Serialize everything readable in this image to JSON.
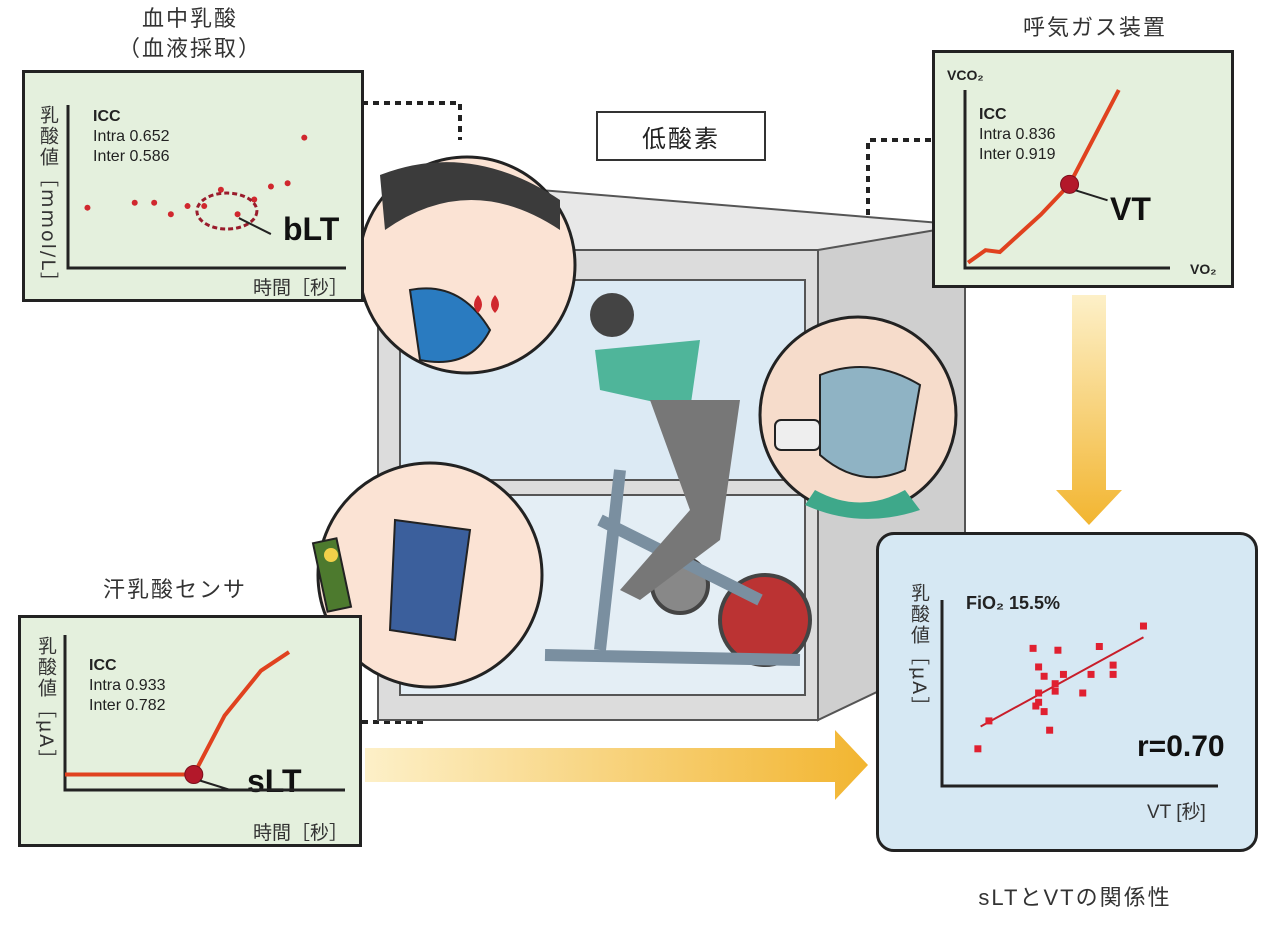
{
  "center_label": "低酸素",
  "blood": {
    "title_line1": "血中乳酸",
    "title_line2": "（血液採取）",
    "ylabel": "乳酸値［mmol/L］",
    "xlabel": "時間［秒］",
    "icc_title": "ICC",
    "intra": "Intra 0.652",
    "inter": "Inter 0.586",
    "marker_label": "bLT"
  },
  "gas": {
    "title": "呼気ガス装置",
    "ylabel": "VCO₂",
    "xlabel": "VO₂",
    "icc_title": "ICC",
    "intra": "Intra 0.836",
    "inter": "Inter 0.919",
    "marker_label": "VT"
  },
  "sweat": {
    "title": "汗乳酸センサ",
    "ylabel": "乳酸値［μA］",
    "xlabel": "時間［秒］",
    "icc_title": "ICC",
    "intra": "Intra 0.933",
    "inter": "Inter 0.782",
    "marker_label": "sLT"
  },
  "relation": {
    "title": "sLTとVTの関係性",
    "ylabel": "乳酸値［μA］",
    "xlabel": "VT [秒]",
    "condition": "FiO₂ 15.5%",
    "r_label": "r=0.70"
  },
  "colors": {
    "accent": "#d0282e",
    "panel_green": "#e4f0dd",
    "panel_blue": "#d6e8f3",
    "arrow": "#f2b530"
  },
  "chart_data": [
    {
      "type": "scatter",
      "title": "血中乳酸",
      "xlabel": "時間［秒］",
      "ylabel": "乳酸値［mmol/L］",
      "xlim": [
        0,
        100
      ],
      "ylim": [
        0,
        100
      ],
      "points": [
        [
          7,
          37
        ],
        [
          24,
          40
        ],
        [
          31,
          40
        ],
        [
          37,
          33
        ],
        [
          43,
          38
        ],
        [
          49,
          38
        ],
        [
          55,
          48
        ],
        [
          61,
          33
        ],
        [
          67,
          42
        ],
        [
          73,
          50
        ],
        [
          79,
          52
        ],
        [
          85,
          80
        ]
      ],
      "highlight": {
        "label": "bLT",
        "x": 55,
        "y": 38
      }
    },
    {
      "type": "line",
      "title": "呼気ガス装置",
      "xlabel": "VO₂",
      "ylabel": "VCO₂",
      "xlim": [
        0,
        100
      ],
      "ylim": [
        0,
        100
      ],
      "points": [
        [
          1.5,
          3
        ],
        [
          10,
          10
        ],
        [
          17,
          9
        ],
        [
          37,
          30
        ],
        [
          51,
          47
        ],
        [
          75,
          100
        ]
      ],
      "highlight": {
        "label": "VT",
        "x": 51,
        "y": 47
      }
    },
    {
      "type": "line",
      "title": "汗乳酸センサ",
      "xlabel": "時間［秒］",
      "ylabel": "乳酸値［μA］",
      "xlim": [
        0,
        100
      ],
      "ylim": [
        0,
        100
      ],
      "points": [
        [
          0,
          10
        ],
        [
          46,
          10
        ],
        [
          57,
          48
        ],
        [
          70,
          77
        ],
        [
          80,
          89
        ]
      ],
      "highlight": {
        "label": "sLT",
        "x": 46,
        "y": 10
      }
    },
    {
      "type": "scatter",
      "title": "sLTとVTの関係性",
      "xlabel": "VT [秒]",
      "ylabel": "乳酸値［μA］",
      "xlim": [
        0,
        100
      ],
      "ylim": [
        0,
        100
      ],
      "r": 0.7,
      "points": [
        [
          73,
          86
        ],
        [
          33,
          74
        ],
        [
          42,
          73
        ],
        [
          57,
          75
        ],
        [
          35,
          64
        ],
        [
          62,
          65
        ],
        [
          37,
          59
        ],
        [
          44,
          60
        ],
        [
          54,
          60
        ],
        [
          62,
          60
        ],
        [
          41,
          55
        ],
        [
          41,
          51
        ],
        [
          51,
          50
        ],
        [
          35,
          50
        ],
        [
          35,
          45
        ],
        [
          34,
          43
        ],
        [
          37,
          40
        ],
        [
          17,
          35
        ],
        [
          39,
          30
        ],
        [
          13,
          20
        ]
      ],
      "trendline": [
        [
          14,
          32
        ],
        [
          73,
          80
        ]
      ]
    }
  ]
}
